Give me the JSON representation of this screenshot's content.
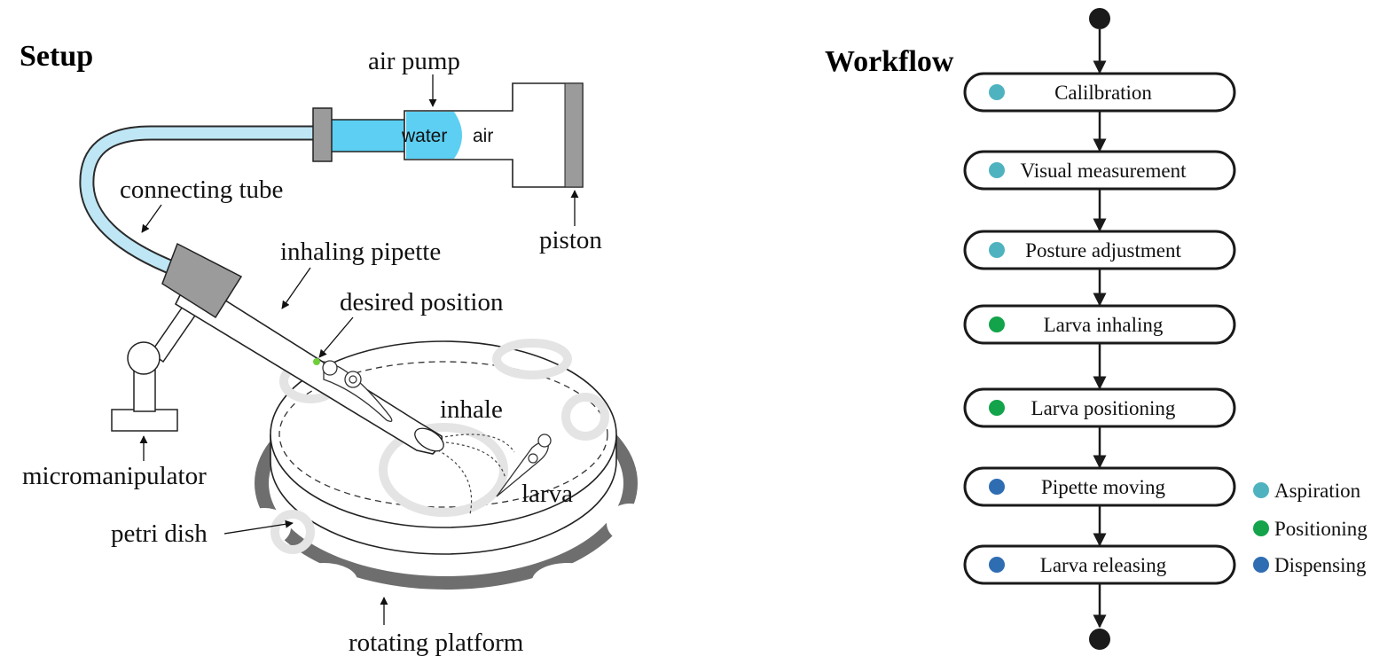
{
  "setup": {
    "title": "Setup",
    "labels": {
      "air_pump": "air pump",
      "water": "water",
      "air": "air",
      "piston": "piston",
      "connecting_tube": "connecting tube",
      "inhaling_pipette": "inhaling pipette",
      "desired_position": "desired position",
      "inhale": "inhale",
      "larva": "larva",
      "micromanipulator": "micromanipulator",
      "petri_dish": "petri dish",
      "rotating_platform": "rotating platform"
    }
  },
  "workflow": {
    "title": "Workflow",
    "steps": [
      {
        "label": "Calilbration",
        "phase": "aspiration"
      },
      {
        "label": "Visual measurement",
        "phase": "aspiration"
      },
      {
        "label": "Posture adjustment",
        "phase": "aspiration"
      },
      {
        "label": "Larva inhaling",
        "phase": "positioning"
      },
      {
        "label": "Larva positioning",
        "phase": "positioning"
      },
      {
        "label": "Pipette moving",
        "phase": "dispensing"
      },
      {
        "label": "Larva releasing",
        "phase": "dispensing"
      }
    ],
    "legend": [
      {
        "label": "Aspiration",
        "phase": "aspiration"
      },
      {
        "label": "Positioning",
        "phase": "positioning"
      },
      {
        "label": "Dispensing",
        "phase": "dispensing"
      }
    ],
    "colors": {
      "aspiration": "#4fb3bf",
      "positioning": "#13a34a",
      "dispensing": "#2f6db3"
    }
  },
  "colors": {
    "water": "#5ccff2",
    "tube": "#bfe6f5",
    "platform": "#6e6e6e",
    "gray_block": "#9b9b9b"
  }
}
